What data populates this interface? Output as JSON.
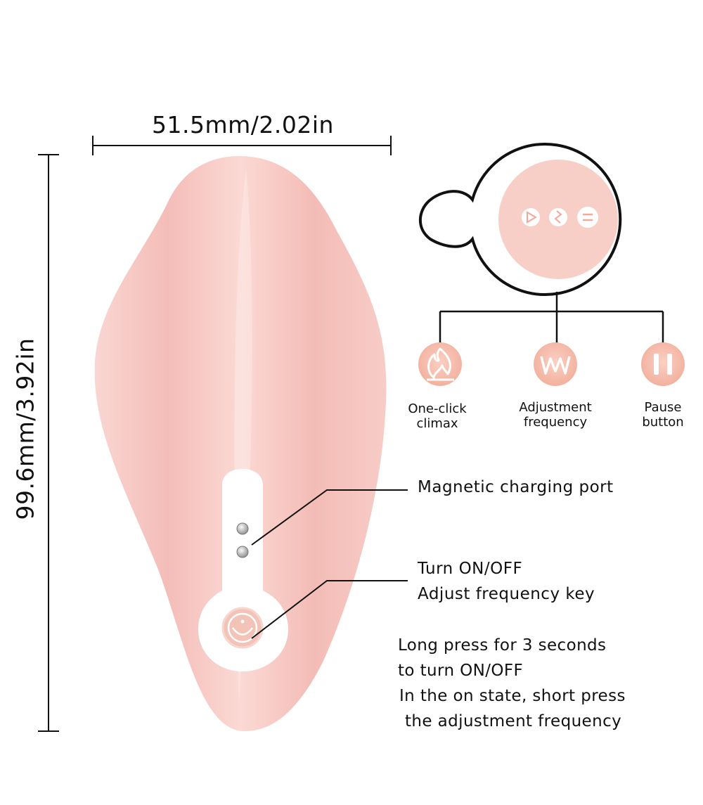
{
  "dimensions": {
    "width_label": "51.5mm/2.02in",
    "height_label": "99.6mm/3.92in"
  },
  "callouts": {
    "charging_port": "Magnetic charging port",
    "power_key_line1": "Turn ON/OFF",
    "power_key_line2": "Adjust frequency key"
  },
  "instructions": {
    "line1": "Long press for 3 seconds",
    "line2": "to turn ON/OFF",
    "line3": "In the on state, short press",
    "line4": "the adjustment frequency"
  },
  "remote_buttons": [
    {
      "icon": "flame-icon",
      "line1": "One-click",
      "line2": "climax"
    },
    {
      "icon": "wave-icon",
      "line1": "Adjustment",
      "line2": "frequency"
    },
    {
      "icon": "pause-icon",
      "line1": "Pause",
      "line2": "button"
    }
  ],
  "colors": {
    "product_pink": "#f6c2bd",
    "button_pink": "#f4b9a8",
    "line": "#111111"
  }
}
